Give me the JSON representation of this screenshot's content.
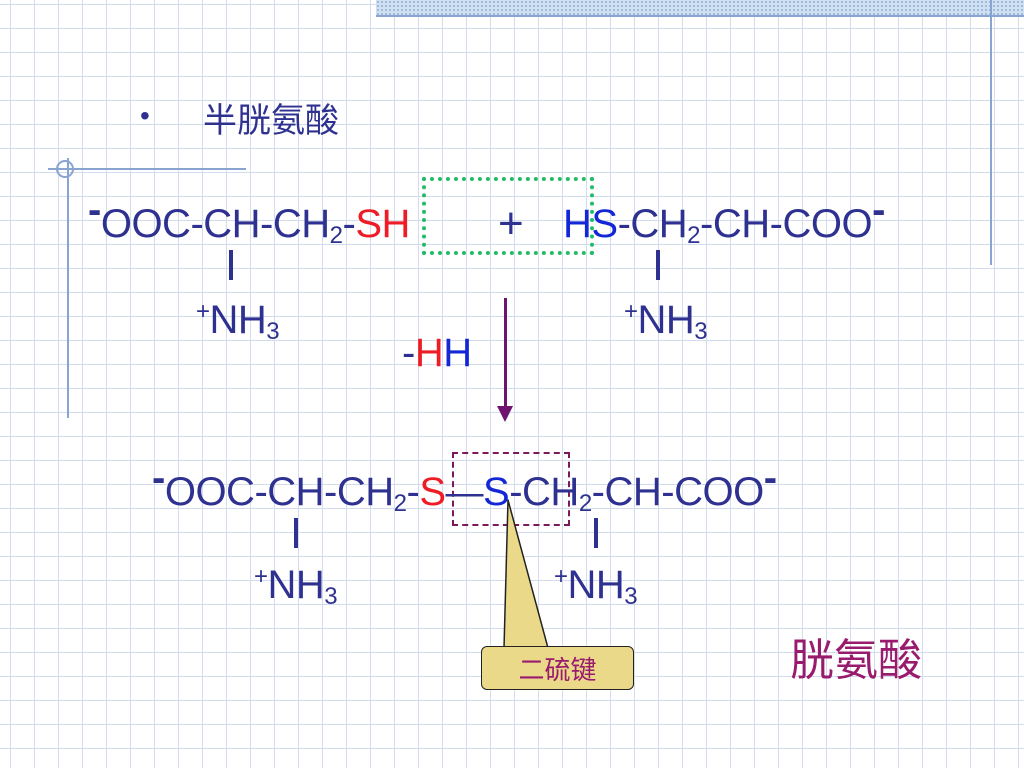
{
  "title": "半胱氨酸",
  "bullet": "•",
  "reactant_left": {
    "charge": "-",
    "part1": "OOC-CH-CH",
    "sub": "2",
    "dash": "-",
    "s": "S",
    "h": "H",
    "amine_sup": "+",
    "amine": "NH",
    "amine_sub": "3"
  },
  "plus": "+",
  "reactant_right": {
    "h": "H",
    "s": "S",
    "part1": "-CH",
    "sub": "2",
    "part2": "-CH-COO",
    "charge": "-",
    "amine_sup": "+",
    "amine": "NH",
    "amine_sub": "3"
  },
  "elimination": {
    "minus": "-",
    "h1": "H",
    "h2": "H"
  },
  "product": {
    "charge_left": "-",
    "part1": "OOC-CH-CH",
    "sub1": "2",
    "dash1": "-",
    "s1": "S",
    "s2": "S",
    "dash2": "-",
    "part2": "CH",
    "sub2": "2",
    "part3": "-CH-COO",
    "charge_right": "-",
    "amine_left_sup": "+",
    "amine_left": "NH",
    "amine_left_sub": "3",
    "amine_right_sup": "+",
    "amine_right": "NH",
    "amine_right_sub": "3"
  },
  "callout": "二硫键",
  "product_name": "胱氨酸",
  "colors": {
    "text": "#2e3190",
    "sulfur_red": "#ee1c24",
    "sulfur_blue": "#1327d6",
    "arrow": "#6e1470",
    "accent": "#991b6e",
    "callout_bg": "#ebd98a",
    "dotted_box": "#22bb6a"
  }
}
